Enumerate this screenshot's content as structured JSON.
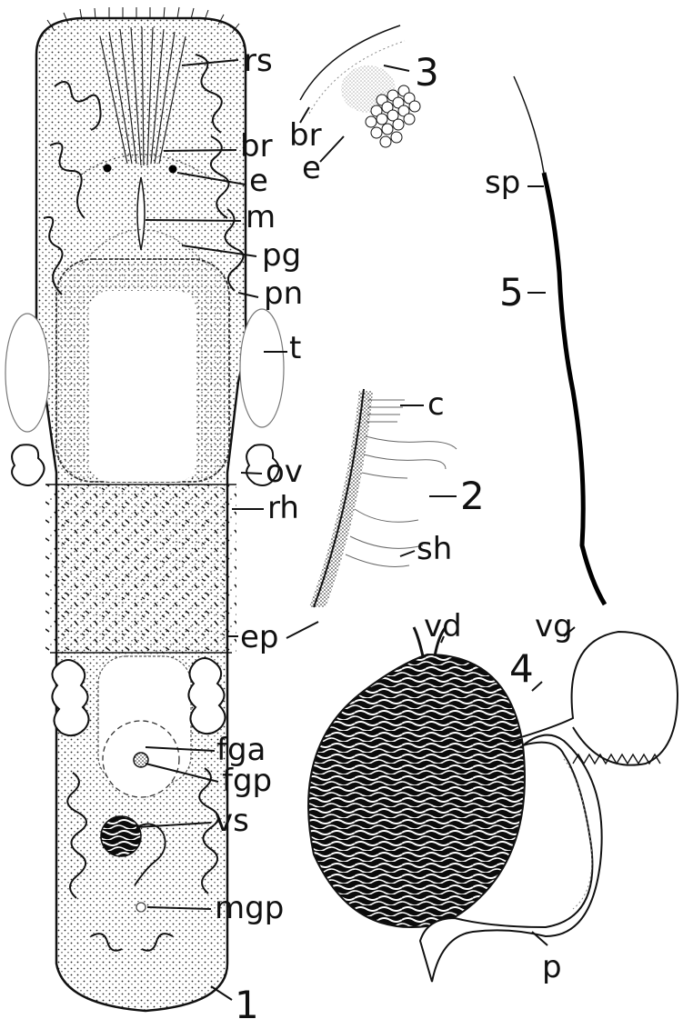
{
  "figures": {
    "fig1": "1",
    "fig2": "2",
    "fig3": "3",
    "fig4": "4",
    "fig5": "5"
  },
  "labels": {
    "rs": "rs",
    "br": "br",
    "e": "e",
    "m": "m",
    "pg": "pg",
    "pn": "pn",
    "t": "t",
    "ov": "ov",
    "rh": "rh",
    "ep": "ep",
    "fga": "fga",
    "fgp": "fgp",
    "vs": "vs",
    "mgp": "mgp",
    "c": "c",
    "sh": "sh",
    "br3": "br",
    "e3": "e",
    "vd": "vd",
    "vg": "vg",
    "p": "p",
    "sp": "sp"
  }
}
